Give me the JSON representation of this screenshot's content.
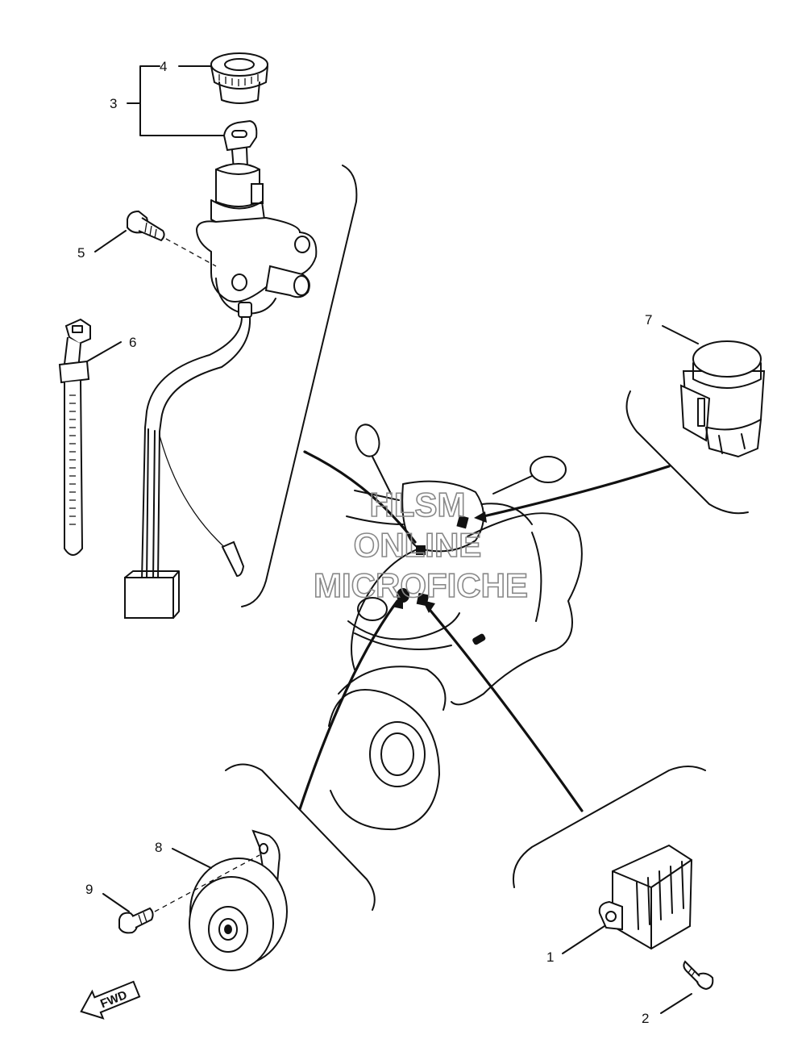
{
  "callouts": {
    "n1": "1",
    "n2": "2",
    "n3": "3",
    "n4": "4",
    "n5": "5",
    "n6": "6",
    "n7": "7",
    "n8": "8",
    "n9": "9"
  },
  "direction_label": "FWD",
  "watermark": {
    "line1": "HLSM",
    "line2": "ONLINE",
    "line3": "MICROFICHE"
  }
}
